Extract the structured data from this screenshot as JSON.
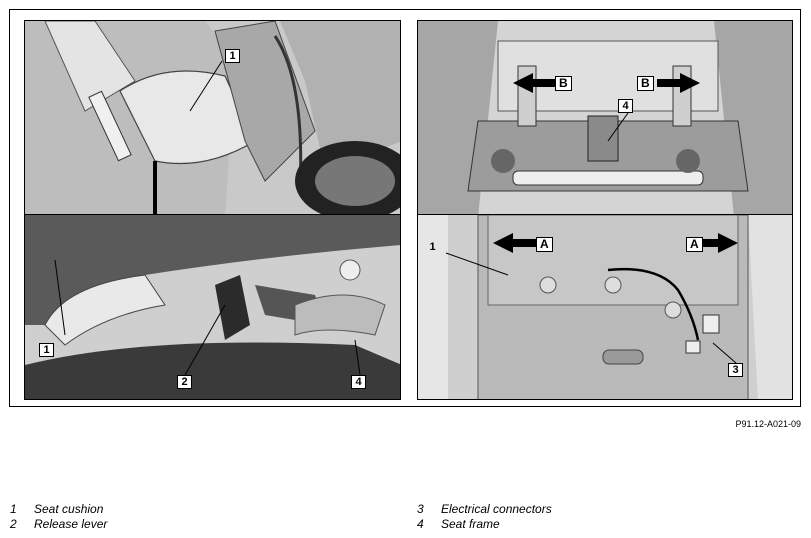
{
  "callouts": {
    "panel1": [
      "1"
    ],
    "panel2": [
      "1",
      "2",
      "4"
    ],
    "panel3": [
      "B",
      "B",
      "4"
    ],
    "panel4": [
      "1",
      "A",
      "A",
      "3"
    ]
  },
  "figure_id": "P91.12-A021-09",
  "legend": [
    {
      "num": "1",
      "text": "Seat cushion"
    },
    {
      "num": "2",
      "text": "Release lever"
    },
    {
      "num": "3",
      "text": "Electrical connectors"
    },
    {
      "num": "4",
      "text": "Seat frame"
    }
  ]
}
